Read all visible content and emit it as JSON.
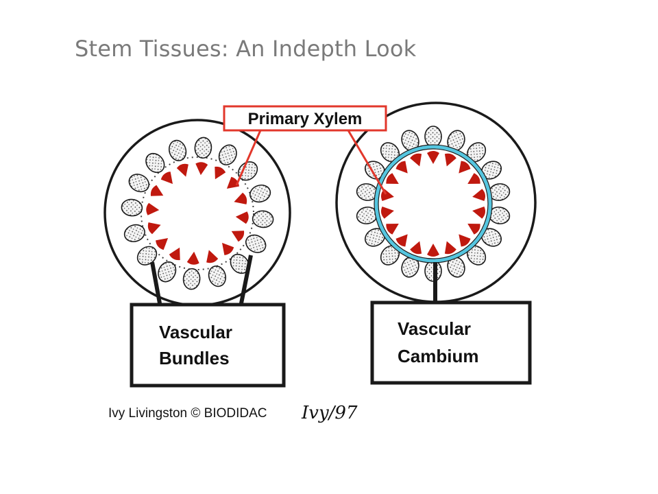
{
  "slide": {
    "title": "Stem Tissues: An Indepth Look"
  },
  "diagram": {
    "callout_label": "Primary Xylem",
    "left_box": {
      "line1": "Vascular",
      "line2": "Bundles"
    },
    "right_box": {
      "line1": "Vascular",
      "line2": "Cambium"
    },
    "credit": "Ivy Livingston © BIODIDAC",
    "signature": "Ivy/97"
  },
  "colors": {
    "xylem": "#c0190f",
    "callout": "#e2372b",
    "cambium": "#55c6e0",
    "outline": "#1a1a1a",
    "title": "#7a7a7a"
  }
}
